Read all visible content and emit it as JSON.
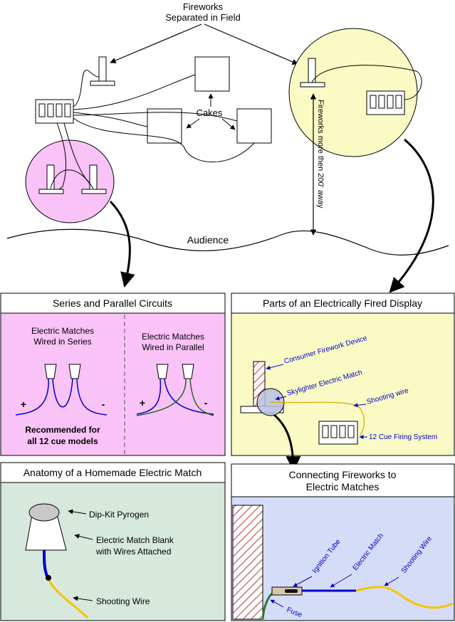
{
  "colors": {
    "pink": "#f9c3f7",
    "yellow": "#fafac4",
    "green": "#d7e8dd",
    "blue": "#d5dcf8",
    "wire_blue": "#0000cc",
    "wire_green": "#226622",
    "wire_yellow": "#f5c400",
    "label_blue": "#0000cc",
    "hatch_red": "#cc3333"
  },
  "field": {
    "fireworks_separated_line1": "Fireworks",
    "fireworks_separated_line2": "Separated in Field",
    "cakes_label": "Cakes",
    "audience_label": "Audience",
    "distance_note": "Fireworks more then 200' away"
  },
  "panels": {
    "series_parallel": {
      "title": "Series and Parallel Circuits",
      "series_label_line1": "Electric Matches",
      "series_label_line2": "Wired in Series",
      "parallel_label_line1": "Electric Matches",
      "parallel_label_line2": "Wired in Parallel",
      "plus": "+",
      "minus": "-",
      "recommend_line1": "Recommended for",
      "recommend_line2": "all 12 cue models"
    },
    "parts_display": {
      "title": "Parts of an Electrically Fired Display",
      "device_label": "Consumer Firework Device",
      "match_label": "Skylighter Electric Match",
      "wire_label": "Shooting wire",
      "system_label": "12 Cue Firing System"
    },
    "anatomy": {
      "title": "Anatomy of a Homemade Electric Match",
      "pyrogen_label": "Dip-Kit Pyrogen",
      "blank_line1": "Electric Match Blank",
      "blank_line2": "with Wires Attached",
      "shooting_label": "Shooting Wire"
    },
    "connecting": {
      "title_line1": "Connecting Fireworks to",
      "title_line2": "Electric Matches",
      "ignition_label": "Ignition Tube",
      "match_label": "Electric Match",
      "wire_label": "Shooting Wire",
      "fuse_label": "Fuse"
    }
  }
}
